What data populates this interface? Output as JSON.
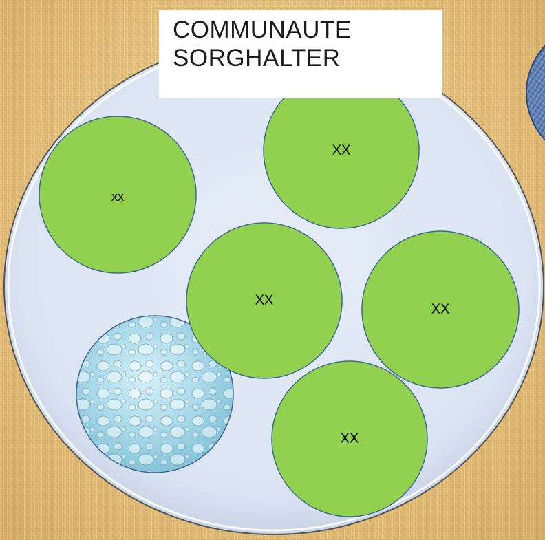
{
  "title": {
    "line1": "COMMUNAUTE",
    "line2": "SORGHALTER"
  },
  "colors": {
    "outer_fill": "#dde6f4",
    "outer_stroke": "#5a5a5a",
    "node_fill": "#92d050",
    "node_stroke": "#3f6a8c",
    "water_fill": "#a9d8e8",
    "denim_fill": "#4e6fa3",
    "background": "#e8c98a"
  },
  "nodes": [
    {
      "id": "top-center",
      "label": "XX"
    },
    {
      "id": "left",
      "label": "xx"
    },
    {
      "id": "middle",
      "label": "XX"
    },
    {
      "id": "right",
      "label": "XX"
    },
    {
      "id": "bottom",
      "label": "XX"
    }
  ],
  "textures": {
    "inner": "water-drops",
    "outer_right": "denim"
  }
}
